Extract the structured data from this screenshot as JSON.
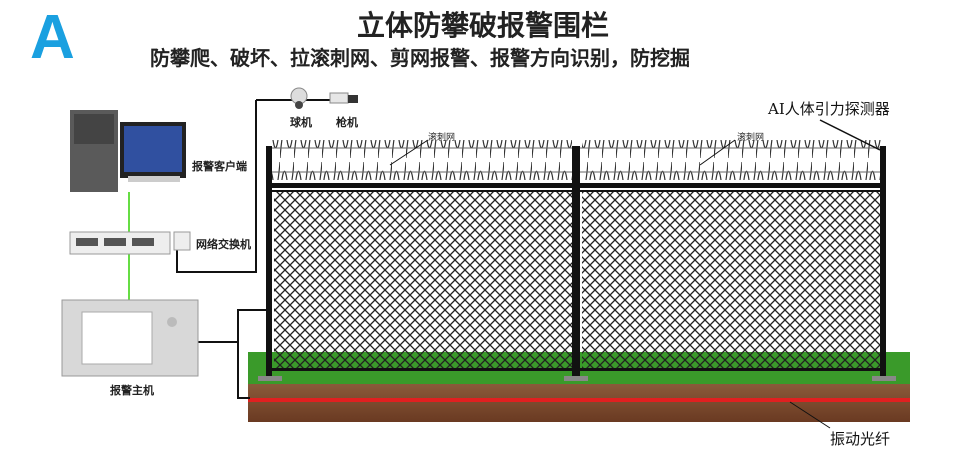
{
  "header": {
    "letter": "A",
    "title": "立体防攀破报警围栏",
    "subtitle": "防攀爬、破坏、拉滚刺网、剪网报警、报警方向识别，防挖掘"
  },
  "devices": {
    "client": "报警客户端",
    "switch": "网络交换机",
    "host": "报警主机",
    "dome_camera": "球机",
    "bullet_camera": "枪机"
  },
  "fence": {
    "razor_wire_left": "滚刺网",
    "razor_wire_right": "滚刺网",
    "detector": "AI人体引力探测器",
    "fiber": "振动光纤"
  },
  "colors": {
    "accent": "#1aa0e0",
    "fiber": "#e02020",
    "cable_green": "#66dd44",
    "grass": "#3a9a2a",
    "soil": "#7a4a30"
  }
}
